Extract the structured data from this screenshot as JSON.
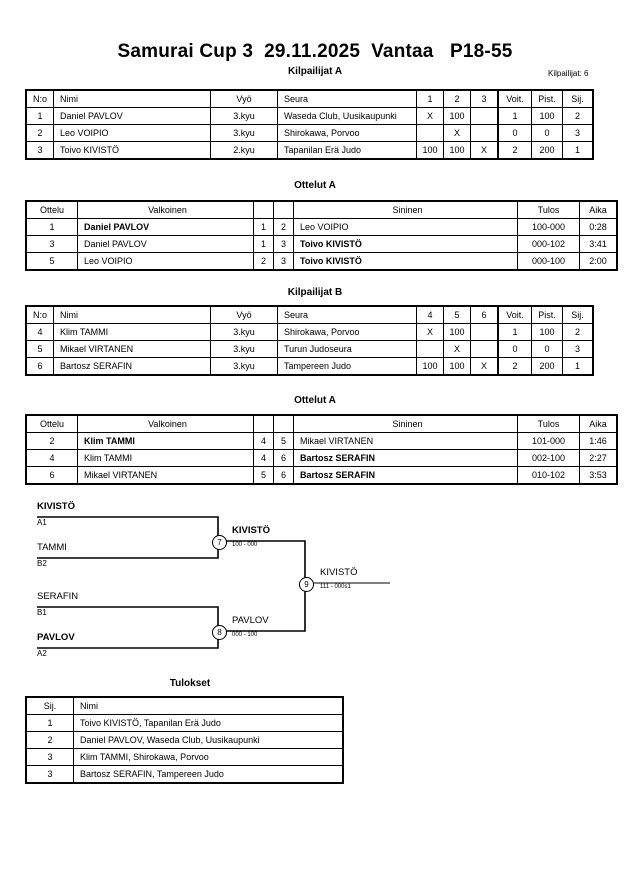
{
  "header": {
    "title": "Samurai Cup 3  29.11.2025  Vantaa   P18-55",
    "competitor_count_label": "Kilpailijat: 6"
  },
  "pool_a": {
    "heading": "Kilpailijat A",
    "columns": [
      "N:o",
      "Nimi",
      "Vyö",
      "Seura",
      "1",
      "2",
      "3",
      "Voit.",
      "Pist.",
      "Sij."
    ],
    "rows": [
      {
        "no": "1",
        "name": "Daniel PAVLOV",
        "belt": "3.kyu",
        "club": "Waseda Club, Uusikaupunki",
        "m1": "X",
        "m2": "100",
        "m3": "",
        "wins": "1",
        "points": "100",
        "rank": "2"
      },
      {
        "no": "2",
        "name": "Leo VOIPIO",
        "belt": "3.kyu",
        "club": "Shirokawa, Porvoo",
        "m1": "",
        "m2": "X",
        "m3": "",
        "wins": "0",
        "points": "0",
        "rank": "3"
      },
      {
        "no": "3",
        "name": "Toivo KIVISTÖ",
        "belt": "2.kyu",
        "club": "Tapanilan Erä Judo",
        "m1": "100",
        "m2": "100",
        "m3": "X",
        "wins": "2",
        "points": "200",
        "rank": "1"
      }
    ]
  },
  "matches_a": {
    "heading": "Ottelut A",
    "columns": [
      "Ottelu",
      "Valkoinen",
      "",
      "",
      "Sininen",
      "Tulos",
      "Aika"
    ],
    "rows": [
      {
        "no": "1",
        "white": "Daniel PAVLOV",
        "white_bold": true,
        "n1": "1",
        "n2": "2",
        "blue": "Leo VOIPIO",
        "blue_bold": false,
        "result": "100-000",
        "time": "0:28"
      },
      {
        "no": "3",
        "white": "Daniel PAVLOV",
        "white_bold": false,
        "n1": "1",
        "n2": "3",
        "blue": "Toivo KIVISTÖ",
        "blue_bold": true,
        "result": "000-102",
        "time": "3:41"
      },
      {
        "no": "5",
        "white": "Leo VOIPIO",
        "white_bold": false,
        "n1": "2",
        "n2": "3",
        "blue": "Toivo KIVISTÖ",
        "blue_bold": true,
        "result": "000-100",
        "time": "2:00"
      }
    ]
  },
  "pool_b": {
    "heading": "Kilpailijat B",
    "columns": [
      "N:o",
      "Nimi",
      "Vyö",
      "Seura",
      "4",
      "5",
      "6",
      "Voit.",
      "Pist.",
      "Sij."
    ],
    "rows": [
      {
        "no": "4",
        "name": "Klim TAMMI",
        "belt": "3.kyu",
        "club": "Shirokawa, Porvoo",
        "m1": "X",
        "m2": "100",
        "m3": "",
        "wins": "1",
        "points": "100",
        "rank": "2"
      },
      {
        "no": "5",
        "name": "Mikael VIRTANEN",
        "belt": "3.kyu",
        "club": "Turun Judoseura",
        "m1": "",
        "m2": "X",
        "m3": "",
        "wins": "0",
        "points": "0",
        "rank": "3"
      },
      {
        "no": "6",
        "name": "Bartosz SERAFIN",
        "belt": "3.kyu",
        "club": "Tampereen Judo",
        "m1": "100",
        "m2": "100",
        "m3": "X",
        "wins": "2",
        "points": "200",
        "rank": "1"
      }
    ]
  },
  "matches_b": {
    "heading": "Ottelut A",
    "columns": [
      "Ottelu",
      "Valkoinen",
      "",
      "",
      "Sininen",
      "Tulos",
      "Aika"
    ],
    "rows": [
      {
        "no": "2",
        "white": "Klim TAMMI",
        "white_bold": true,
        "n1": "4",
        "n2": "5",
        "blue": "Mikael VIRTANEN",
        "blue_bold": false,
        "result": "101-000",
        "time": "1:46"
      },
      {
        "no": "4",
        "white": "Klim TAMMI",
        "white_bold": false,
        "n1": "4",
        "n2": "6",
        "blue": "Bartosz SERAFIN",
        "blue_bold": true,
        "result": "002-100",
        "time": "2:27"
      },
      {
        "no": "6",
        "white": "Mikael VIRTANEN",
        "white_bold": false,
        "n1": "5",
        "n2": "6",
        "blue": "Bartosz SERAFIN",
        "blue_bold": true,
        "result": "010-102",
        "time": "3:53"
      }
    ]
  },
  "bracket": {
    "entries": [
      {
        "name": "KIVISTÖ",
        "seed": "A1",
        "bold": true
      },
      {
        "name": "TAMMI",
        "seed": "B2",
        "bold": false
      },
      {
        "name": "SERAFIN",
        "seed": "B1",
        "bold": false
      },
      {
        "name": "PAVLOV",
        "seed": "A2",
        "bold": true
      }
    ],
    "nodes": [
      {
        "number": "7",
        "winner": "KIVISTÖ",
        "score": "100 - 000"
      },
      {
        "number": "8",
        "winner": "PAVLOV",
        "score": "000 - 100"
      },
      {
        "number": "9",
        "winner": "KIVISTÖ",
        "score": "111 - 000s1"
      }
    ]
  },
  "results": {
    "heading": "Tulokset",
    "columns": [
      "Sij.",
      "Nimi"
    ],
    "rows": [
      {
        "rank": "1",
        "name": "Toivo KIVISTÖ, Tapanilan Erä Judo"
      },
      {
        "rank": "2",
        "name": "Daniel PAVLOV, Waseda Club, Uusikaupunki"
      },
      {
        "rank": "3",
        "name": "Klim TAMMI, Shirokawa, Porvoo"
      },
      {
        "rank": "3",
        "name": "Bartosz SERAFIN, Tampereen Judo"
      }
    ]
  }
}
